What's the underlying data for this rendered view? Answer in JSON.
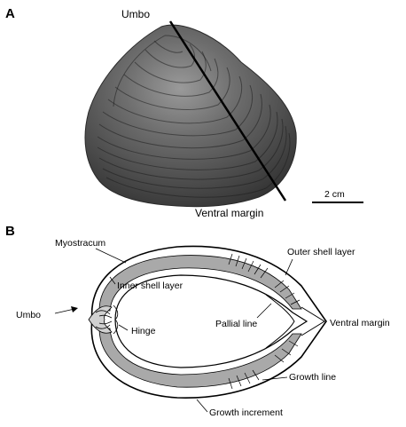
{
  "panelA": {
    "letter": "A",
    "labels": {
      "umbo": "Umbo",
      "ventral_margin": "Ventral margin",
      "scale_bar": "2 cm"
    }
  },
  "panelB": {
    "letter": "B",
    "labels": {
      "myostracum": "Myostracum",
      "outer_shell_layer": "Outer shell layer",
      "inner_shell_layer": "Inner shell layer",
      "umbo": "Umbo",
      "hinge": "Hinge",
      "pallial_line": "Pallial line",
      "ventral_margin": "Ventral margin",
      "growth_line": "Growth line",
      "growth_increment": "Growth increment"
    }
  },
  "colors": {
    "shell_dark": "#3a3a3a",
    "shell_mid": "#6e6e6e",
    "section_gray": "#a9a9a9",
    "line": "#000000"
  }
}
